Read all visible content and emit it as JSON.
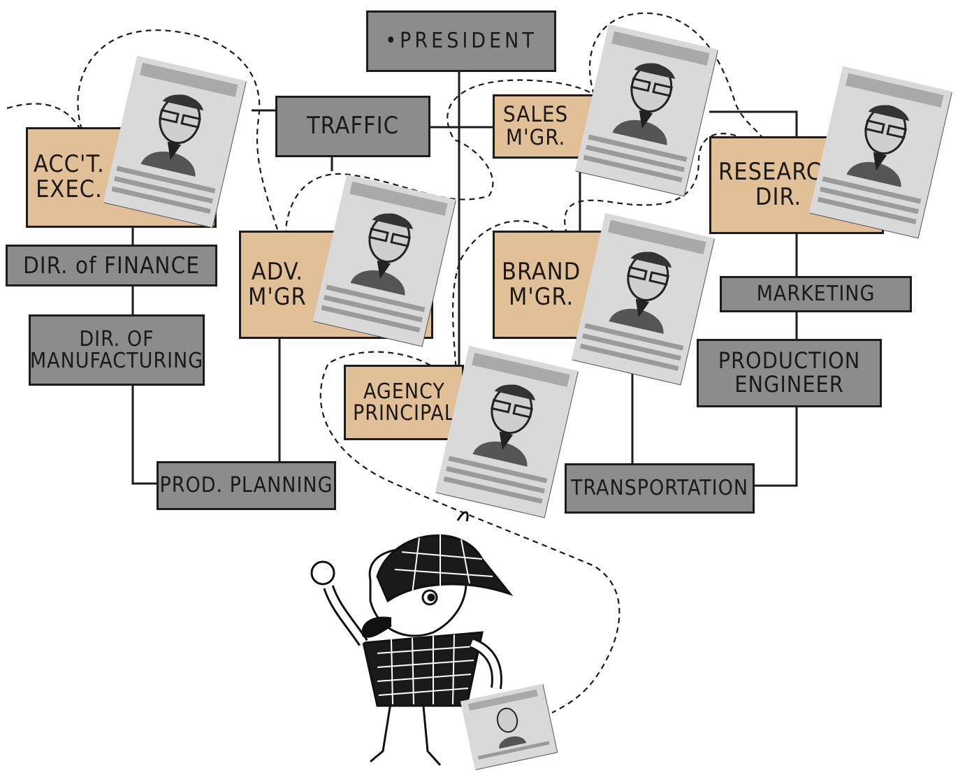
{
  "org_boxes": {
    "president": "•PRESIDENT",
    "traffic": "TRAFFIC",
    "sales_mgr": "SALES\nM'GR.",
    "acct_exec": "ACC'T.\nEXEC.",
    "research_dir": "RESEARCH\nDIR.",
    "dir_finance": "DIR. of FINANCE",
    "adv_mgr": "ADV.\nM'GR",
    "brand_mgr": "BRAND\nM'GR.",
    "marketing": "MARKETING",
    "dir_manufacturing": "DIR. OF\nMANUFACTURING",
    "production_engineer": "PRODUCTION\nENGINEER",
    "agency_principal": "AGENCY\nPRINCIPAL",
    "prod_planning": "PROD. PLANNING",
    "transportation": "TRANSPORTATION"
  },
  "colors": {
    "gray_box": "#8c8c8c",
    "tan_box": "#e1bf97",
    "line": "#1c1c1c"
  },
  "icons": {
    "magazine": "magazine-cover-icon",
    "detective": "detective-character-icon"
  }
}
